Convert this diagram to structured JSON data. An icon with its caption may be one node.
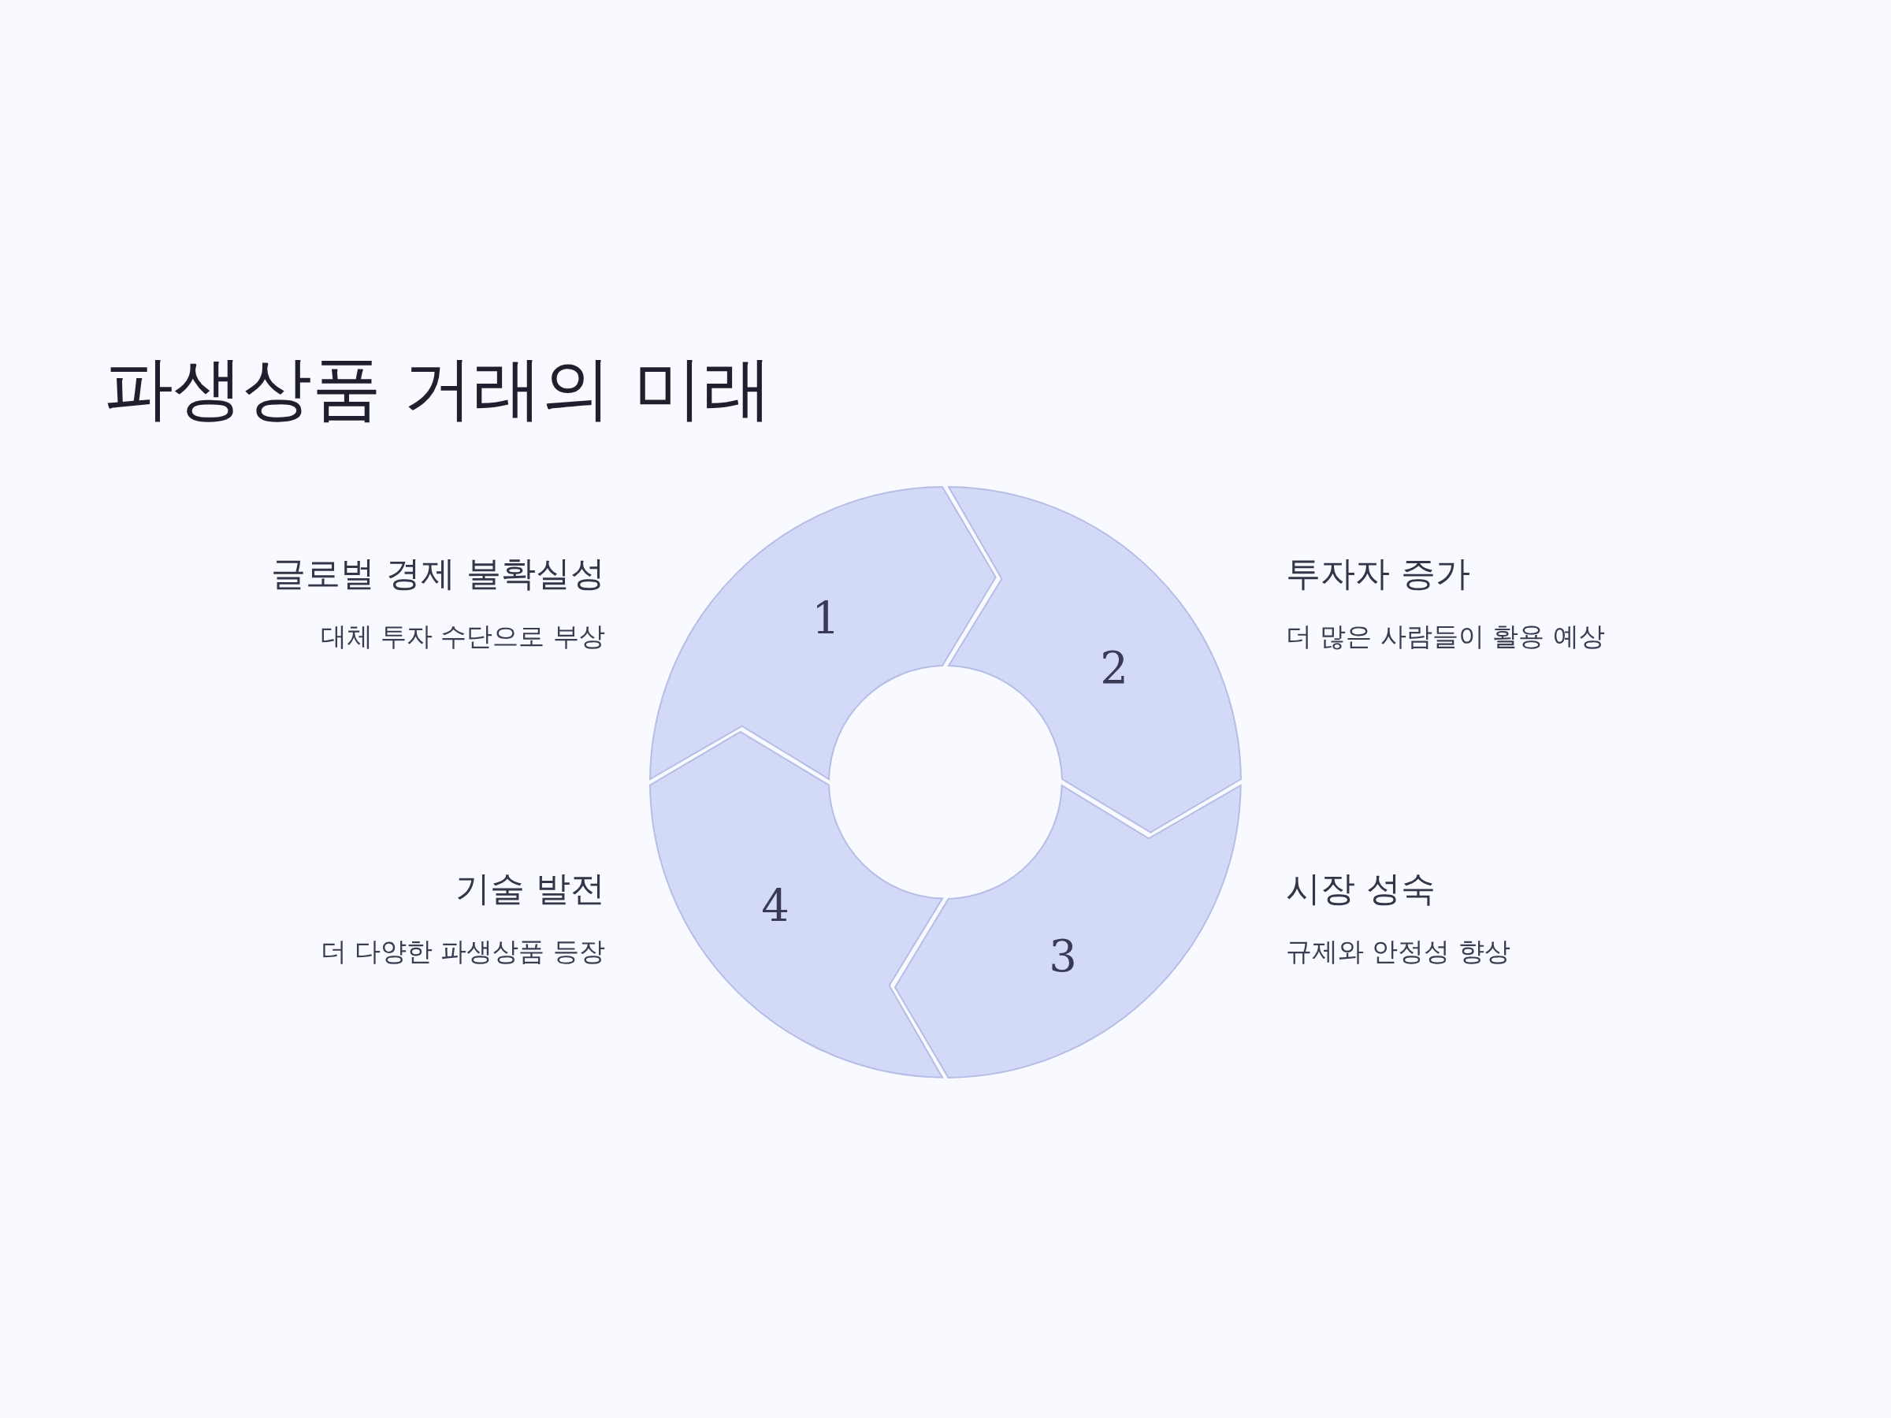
{
  "diagram": {
    "title": "파생상품 거래의 미래",
    "nodes": [
      {
        "text": [
          "1"
        ],
        "beside": [
          "글로벌 경제 불확실성",
          "대체 투자 수단으로 부상"
        ]
      },
      {
        "text": [
          "2"
        ],
        "beside": [
          "투자자 증가",
          "더 많은 사람들이 활용 예상"
        ]
      },
      {
        "text": [
          "3"
        ],
        "beside": [
          "시장 성숙",
          "규제와 안정성 향상"
        ]
      },
      {
        "text": [
          "4"
        ],
        "beside": [
          "기술 발전",
          "더 다양한 파생상품 등장"
        ]
      }
    ]
  }
}
